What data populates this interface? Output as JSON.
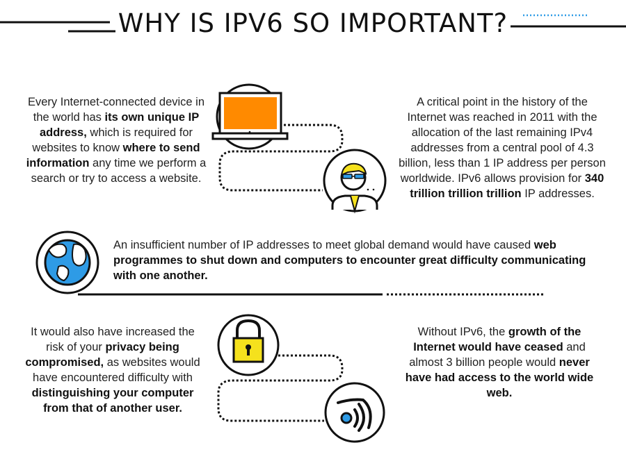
{
  "title": "WHY IS IPV6 SO IMPORTANT?",
  "colors": {
    "accent_orange": "#FF8A00",
    "accent_blue": "#2E9BE6",
    "accent_yellow": "#F5E11D",
    "line": "#111111"
  },
  "icons": [
    "laptop-icon",
    "user-icon",
    "globe-icon",
    "padlock-icon",
    "wifi-icon"
  ],
  "block1": {
    "t1": "Every Internet-connected device in the world has ",
    "b1": "its own unique IP address,",
    "t2": " which is required for websites to know ",
    "b2": "where to send information",
    "t3": " any time we perform a search or try to access a website."
  },
  "block2": {
    "t1": "A critical point in the history of the Internet was reached in 2011 with the allocation of the last remaining IPv4 addresses from a central pool of 4.3 billion, less than 1 IP address per person worldwide. IPv6 allows provision for ",
    "b1": "340 trillion trillion trillion",
    "t2": " IP addresses."
  },
  "block3": {
    "t1": "An insufficient number of IP addresses to meet global demand would have caused ",
    "b1": "web programmes to shut down and computers to encounter great difficulty communicating with one another."
  },
  "block4": {
    "t1": "It would also have increased the risk of your ",
    "b1": "privacy being compromised,",
    "t2": " as websites would have encountered difficulty with ",
    "b2": "distinguishing your computer from that of another user."
  },
  "block5": {
    "t1": "Without IPv6, the ",
    "b1": "growth of the Internet would have ceased",
    "t2": " and almost 3 billion people would ",
    "b2": "never have had access to the world wide web."
  }
}
